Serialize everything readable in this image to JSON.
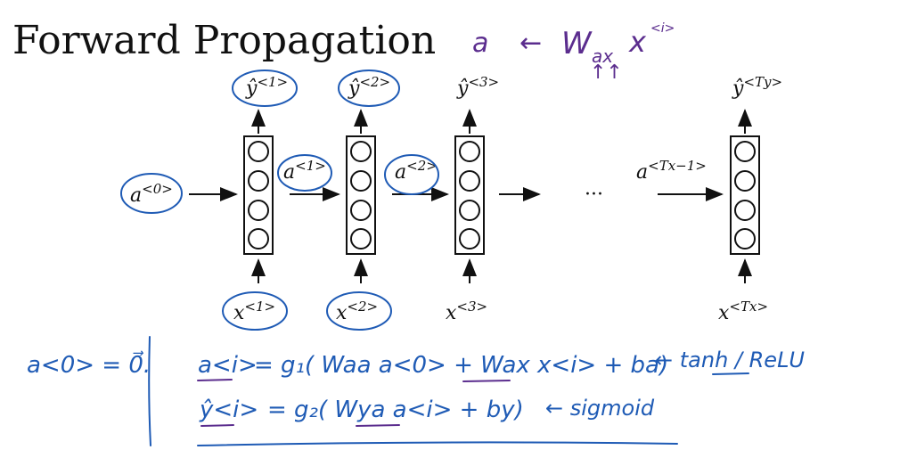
{
  "title": "Forward Propagation",
  "colors": {
    "ink": "#111111",
    "blue_annotation": "#1f5bb5",
    "purple_annotation": "#5b2d8e"
  },
  "top_annotation": {
    "lhs": "a",
    "arrow": "←",
    "weight": "W",
    "weight_sub": "ax",
    "input": "x",
    "input_sup": "<i>",
    "marks": "↑↑"
  },
  "outputs": [
    {
      "base": "ŷ",
      "sup": "<1>"
    },
    {
      "base": "ŷ",
      "sup": "<2>"
    },
    {
      "base": "ŷ",
      "sup": "<3>"
    },
    {
      "base": "ŷ",
      "sup": "<Ty>"
    }
  ],
  "inputs": [
    {
      "base": "x",
      "sup": "<1>"
    },
    {
      "base": "x",
      "sup": "<2>"
    },
    {
      "base": "x",
      "sup": "<3>"
    },
    {
      "base": "x",
      "sup": "<Tx>"
    }
  ],
  "activations": [
    {
      "base": "a",
      "sup": "<0>"
    },
    {
      "base": "a",
      "sup": "<1>"
    },
    {
      "base": "a",
      "sup": "<2>"
    },
    {
      "base": "a",
      "sup": "<Tx−1>"
    }
  ],
  "ellipsis": "···",
  "notes": {
    "init": "a<0> = 0⃗.",
    "eq1_lhs": "a<i>",
    "eq1_rhs": "= g₁( Waa a<0> + Wax x<i> + ba)",
    "eq1_note": "← tanh / ReLU",
    "eq2_lhs": "ŷ<i>",
    "eq2_rhs": "= g₂( Wya a<i> + by)",
    "eq2_note": "← sigmoid"
  }
}
